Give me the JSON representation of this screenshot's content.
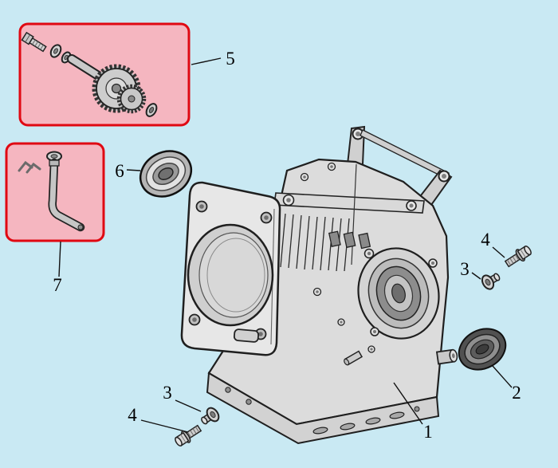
{
  "diagram": {
    "background": "#c9e9f3",
    "highlight_fill": "#f5b6c0",
    "highlight_border": "#e00812"
  },
  "callouts": {
    "crankcase": "1",
    "oil_seal": "2",
    "washer_bolt": "3",
    "flange_bolt": "4",
    "camshaft_assembly": "5",
    "ball_bearing": "6",
    "oil_pipe": "7"
  }
}
